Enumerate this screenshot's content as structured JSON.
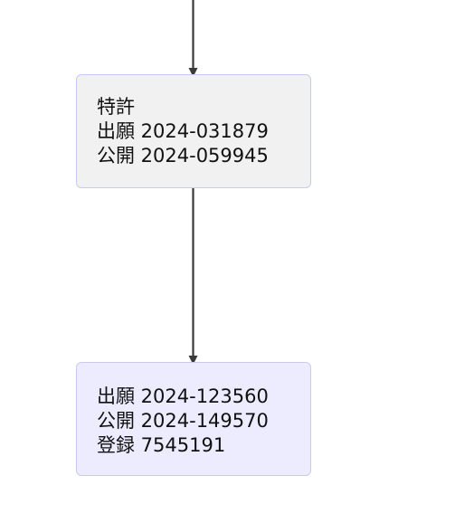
{
  "colors": {
    "edge": "#3a3a3a",
    "node_border": "#c9c9ef",
    "node_1_fill": "#f1f1f1",
    "node_2_fill": "#ececfe"
  },
  "nodes": [
    {
      "lines": [
        "特許",
        "出願 2024-031879",
        "公開 2024-059945"
      ]
    },
    {
      "lines": [
        "出願 2024-123560",
        "公開 2024-149570",
        "登録 7545191"
      ]
    }
  ]
}
